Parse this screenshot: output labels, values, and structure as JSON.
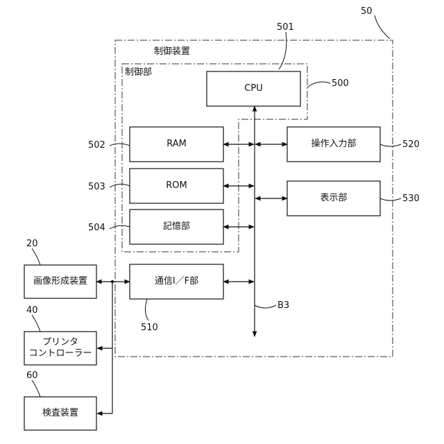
{
  "refs": {
    "device": "50",
    "cpu_outer": "501",
    "control": "500",
    "ram": "502",
    "rom": "503",
    "storage": "504",
    "input": "520",
    "display": "530",
    "comm": "510",
    "image_forming": "20",
    "printer": "40",
    "inspection": "60",
    "bus": "B3"
  },
  "labels": {
    "control_device": "制御装置",
    "control_unit": "制御部",
    "cpu": "CPU",
    "ram": "RAM",
    "rom": "ROM",
    "storage": "記憶部",
    "op_input": "操作入力部",
    "display": "表示部",
    "comm_if": "通信I／F部",
    "image_forming_device": "画像形成装置",
    "printer_controller": "プリンタ\nコントローラー",
    "inspection_device": "検査装置"
  }
}
